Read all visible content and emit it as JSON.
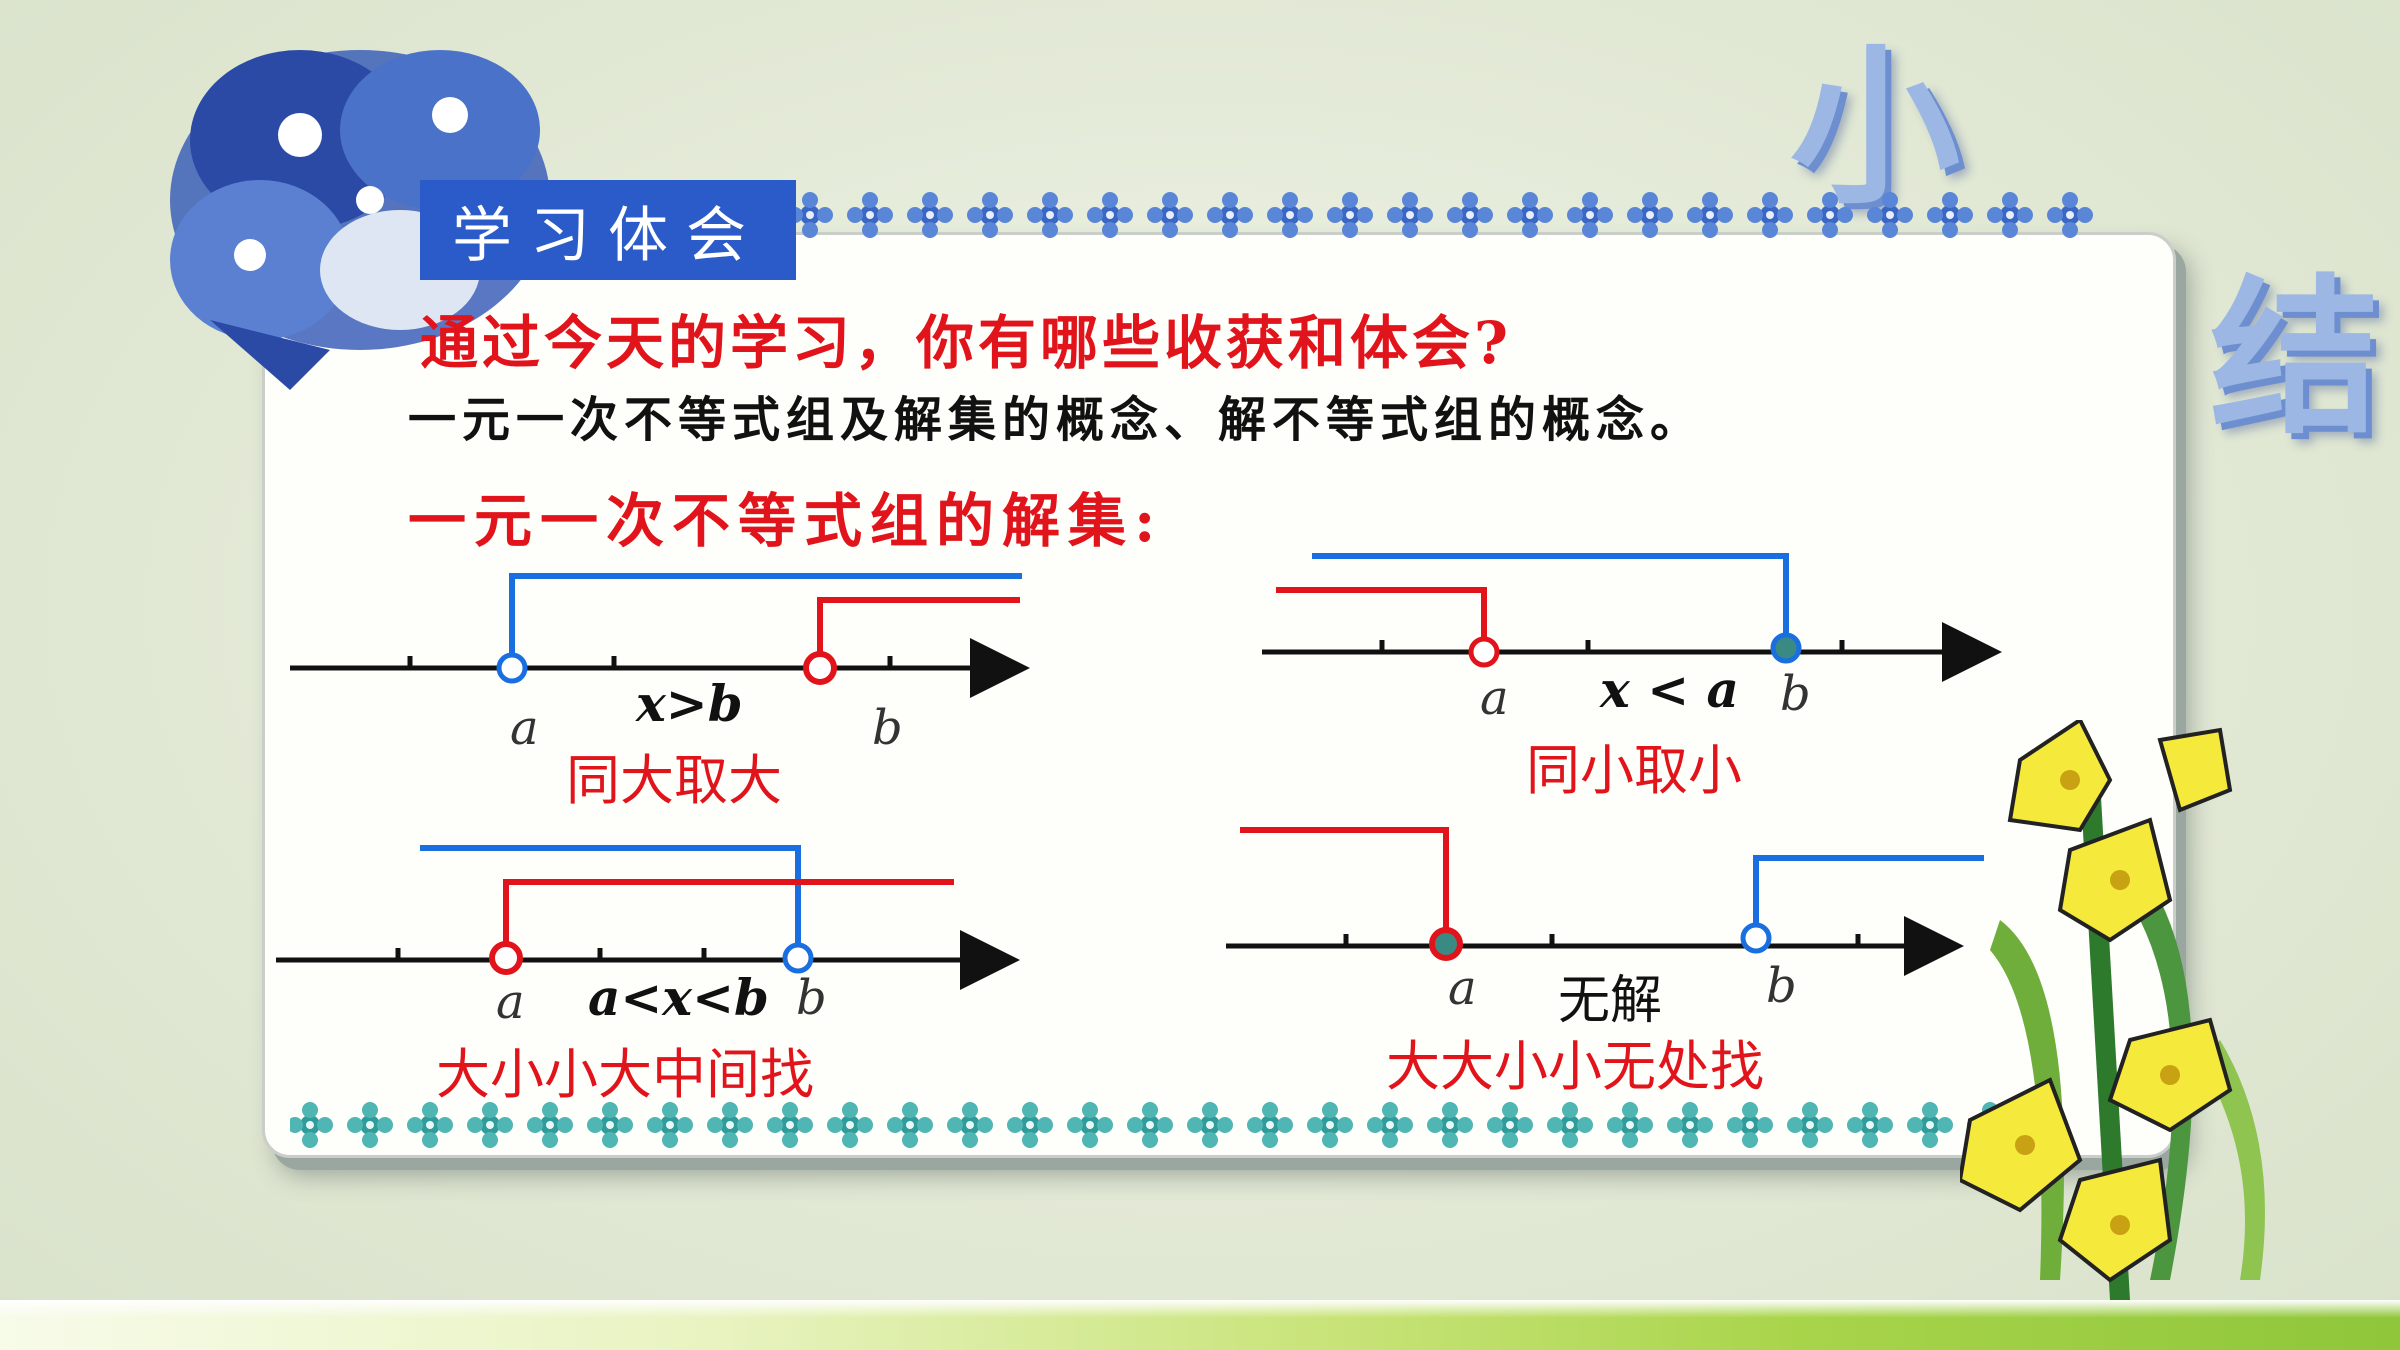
{
  "header": {
    "title_box": "学习体会",
    "corner_char_1": "小",
    "corner_char_2": "结"
  },
  "body": {
    "question": "通过今天的学习，你有哪些收获和体会?",
    "summary_line": "一元一次不等式组及解集的概念、解不等式组的概念。",
    "subheading": "一元一次不等式组的解集:"
  },
  "diagrams": [
    {
      "a": "a",
      "b": "b",
      "inequality": "x>b",
      "rule": "同大取大"
    },
    {
      "a": "a",
      "b": "b",
      "inequality": "x < a",
      "rule": "同小取小"
    },
    {
      "a": "a",
      "b": "b",
      "inequality": "a<x<b",
      "rule": "大小小大中间找"
    },
    {
      "a": "a",
      "b": "b",
      "inequality": "无解",
      "rule": "大大小小无处找"
    }
  ],
  "colors": {
    "red": "#e1141b",
    "blue": "#1a6fe0",
    "title_bg": "#2a5bc8",
    "frame_bg": "#fefefb"
  }
}
